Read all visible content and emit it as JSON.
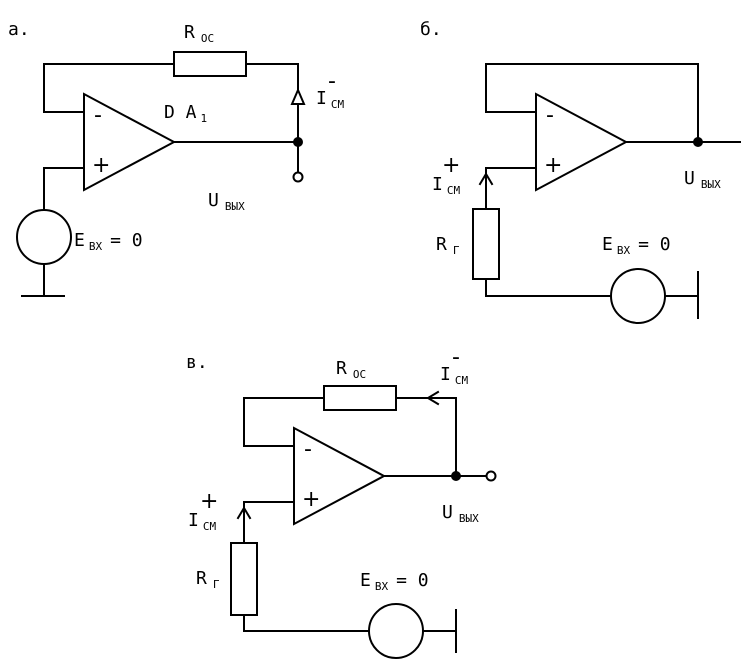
{
  "panels": {
    "a": {
      "label": "а.",
      "r_feedback": {
        "main": "R",
        "sub": "ОС"
      },
      "opamp": {
        "main": "D A",
        "sub": "1",
        "minus": "-",
        "plus": "+"
      },
      "bias_current": {
        "main": "I",
        "sub": "СМ",
        "sign": "-"
      },
      "output": {
        "main": "U",
        "sub": "ВЫХ"
      },
      "source": {
        "main": "E",
        "sub": "ВХ",
        "value": "= 0"
      }
    },
    "b": {
      "label": "б.",
      "opamp": {
        "minus": "-",
        "plus": "+"
      },
      "bias_current": {
        "main": "I",
        "sub": "СМ",
        "sign": "+"
      },
      "r_source": {
        "main": "R",
        "sub": "Г"
      },
      "output": {
        "main": "U",
        "sub": "ВЫХ"
      },
      "source": {
        "main": "E",
        "sub": "ВХ",
        "value": "= 0"
      }
    },
    "c": {
      "label": "в.",
      "r_feedback": {
        "main": "R",
        "sub": "ОС"
      },
      "bias_current_fb": {
        "main": "I",
        "sub": "СМ",
        "sign": "-"
      },
      "opamp": {
        "minus": "-",
        "plus": "+"
      },
      "bias_current_in": {
        "main": "I",
        "sub": "СМ",
        "sign": "+"
      },
      "r_source": {
        "main": "R",
        "sub": "Г"
      },
      "output": {
        "main": "U",
        "sub": "ВЫХ"
      },
      "source": {
        "main": "E",
        "sub": "ВХ",
        "value": "= 0"
      }
    }
  }
}
